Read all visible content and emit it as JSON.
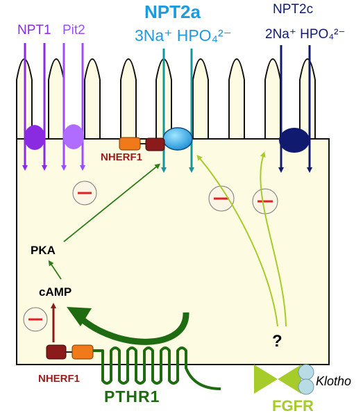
{
  "labels": {
    "npt1": "NPT1",
    "pit2": "Pit2",
    "npt2a": "NPT2a",
    "npt2c": "NPT2c",
    "ion_npt2a": "3Na⁺ HPO₄²⁻",
    "ion_npt2c": "2Na⁺ HPO₄²⁻",
    "nherf1_top": "NHERF1",
    "nherf1_bottom": "NHERF1",
    "pka": "PKA",
    "camp": "cAMP",
    "question": "?",
    "klotho": "Klotho",
    "fgfr": "FGFR",
    "pthr1": "PTHR1"
  },
  "colors": {
    "cell_fill": "#fdfbe1",
    "npt1": "#8a2be2",
    "pit2": "#9b4dff",
    "npt2a": "#1e9ae0",
    "npt2a_arrow": "#17959a",
    "npt2c": "#101a6e",
    "nherf1": "#9b1c1c",
    "nherf1_partner": "#f07a1a",
    "pthr1": "#1e6b12",
    "fgfr": "#a6cc2a",
    "klotho": "#b8dce6",
    "inhibit": "#e02020"
  }
}
